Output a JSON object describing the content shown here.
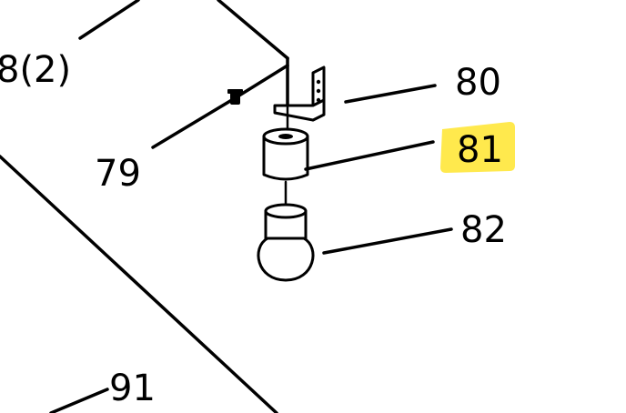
{
  "diagram": {
    "callouts": {
      "c_8_2": "8(2)",
      "c_79": "79",
      "c_80": "80",
      "c_81": "81",
      "c_82": "82",
      "c_91": "91"
    },
    "highlight_color": "#ffe94d",
    "line_color": "#000000",
    "background_color": "#ffffff"
  }
}
